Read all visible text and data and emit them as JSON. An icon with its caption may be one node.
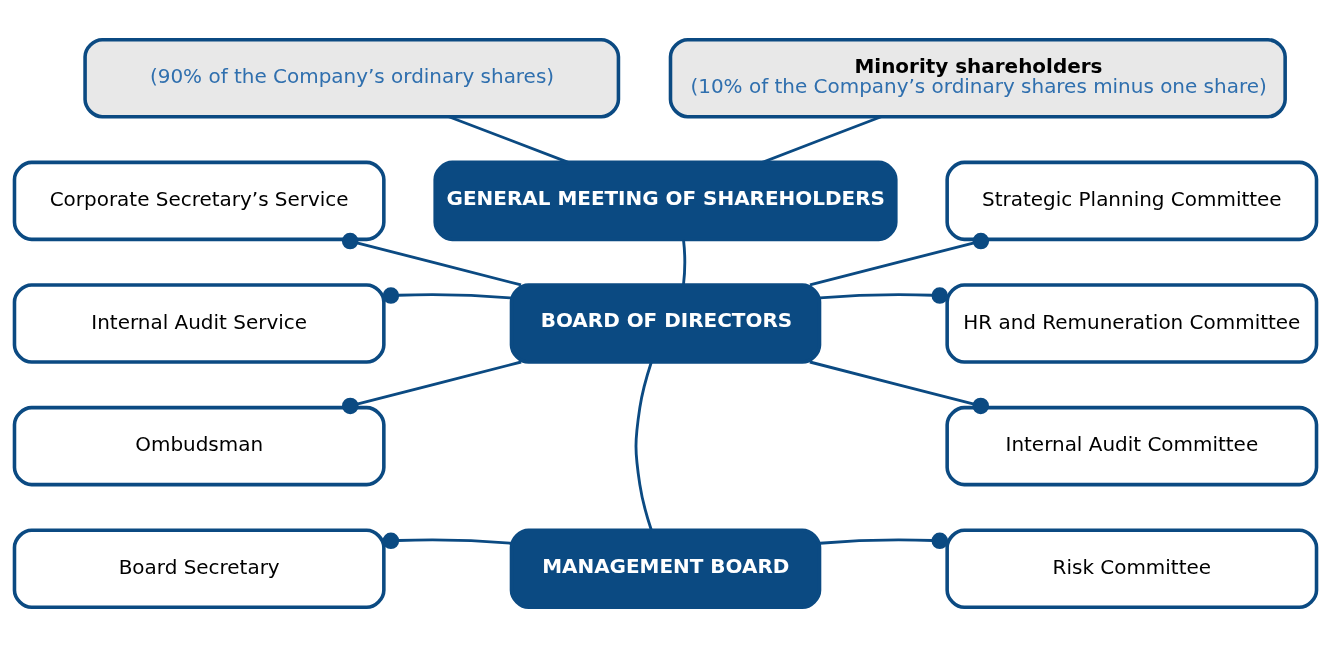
{
  "diagram": {
    "nodes": [
      {
        "text": [
          "(90% of the Company’s ordinary shares)"
        ]
      },
      {
        "text": [
          "Minority shareholders",
          "(10% of the Company’s ordinary shares minus one share)"
        ]
      },
      {
        "text": [
          "GENERAL MEETING OF SHAREHOLDERS"
        ]
      },
      {
        "text": [
          "Corporate Secretary’s Service"
        ]
      },
      {
        "text": [
          "Strategic Planning Committee"
        ]
      },
      {
        "text": [
          "Internal Audit Service"
        ]
      },
      {
        "text": [
          "BOARD OF DIRECTORS"
        ]
      },
      {
        "text": [
          "HR and Remuneration Committee"
        ]
      },
      {
        "text": [
          "Ombudsman"
        ]
      },
      {
        "text": [
          "Internal Audit Committee"
        ]
      },
      {
        "text": [
          "Board Secretary"
        ]
      },
      {
        "text": [
          "MANAGEMENT BOARD"
        ]
      },
      {
        "text": [
          "Risk Committee"
        ]
      }
    ],
    "edges": [
      {
        "from": 0,
        "to": 2,
        "arrow": "none"
      },
      {
        "from": 1,
        "to": 2,
        "arrow": "none"
      },
      {
        "from": 2,
        "to": 6,
        "arrow": "none"
      },
      {
        "from": 6,
        "to": 3,
        "arrow": "other"
      },
      {
        "from": 6,
        "to": 5,
        "arrow": "other"
      },
      {
        "from": 6,
        "to": 8,
        "arrow": "other"
      },
      {
        "from": 6,
        "to": 4,
        "arrow": "other"
      },
      {
        "from": 6,
        "to": 7,
        "arrow": "other"
      },
      {
        "from": 6,
        "to": 9,
        "arrow": "other"
      },
      {
        "from": 6,
        "to": 11,
        "arrow": "none"
      },
      {
        "from": 11,
        "to": 10,
        "arrow": "other"
      },
      {
        "from": 11,
        "to": 12,
        "arrow": "other"
      }
    ]
  }
}
